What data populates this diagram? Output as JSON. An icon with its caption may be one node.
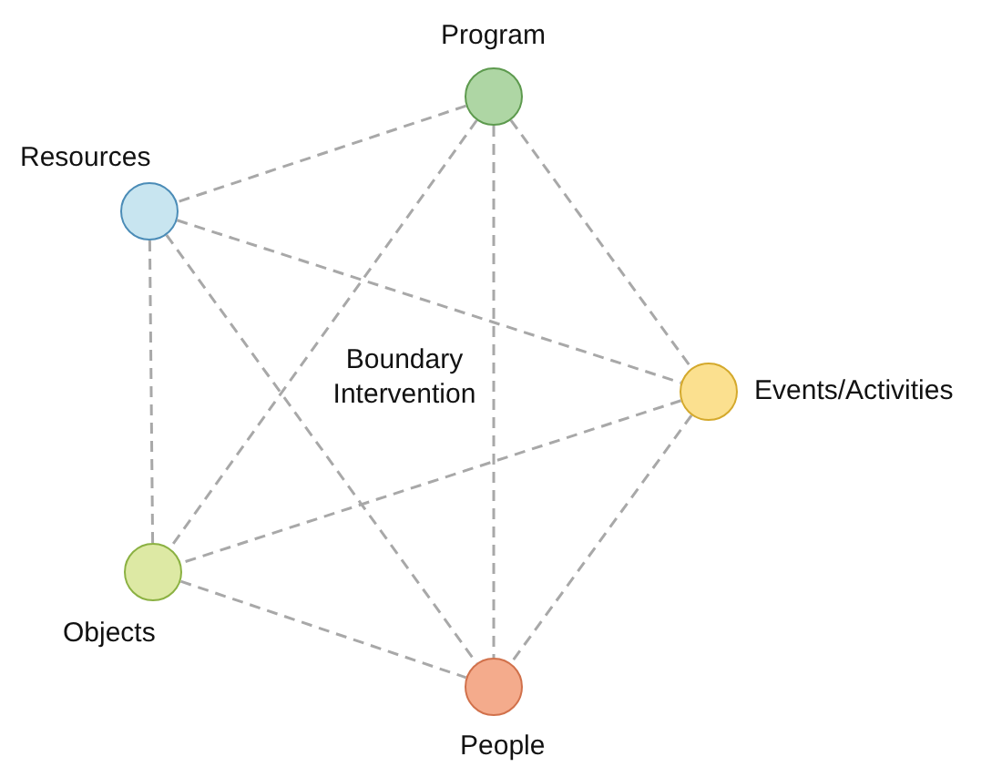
{
  "diagram": {
    "nodes": [
      {
        "text": [],
        "shape": "circle",
        "beside": [
          "Program"
        ]
      },
      {
        "text": [],
        "shape": "circle",
        "beside": [
          "Resources"
        ]
      },
      {
        "text": [],
        "shape": "circle",
        "beside": [
          "Events/Activities"
        ]
      },
      {
        "text": [],
        "shape": "circle",
        "beside": [
          "Objects"
        ]
      },
      {
        "text": [],
        "shape": "circle",
        "beside": [
          "People"
        ]
      }
    ],
    "edges": [
      {
        "from": 0,
        "to": 1,
        "arrow": "none",
        "style": "dashed"
      },
      {
        "from": 0,
        "to": 2,
        "arrow": "none",
        "style": "dashed"
      },
      {
        "from": 0,
        "to": 3,
        "arrow": "none",
        "style": "dashed"
      },
      {
        "from": 0,
        "to": 4,
        "arrow": "none",
        "style": "dashed"
      },
      {
        "from": 1,
        "to": 2,
        "arrow": "none",
        "style": "dashed"
      },
      {
        "from": 1,
        "to": 3,
        "arrow": "none",
        "style": "dashed"
      },
      {
        "from": 1,
        "to": 4,
        "arrow": "none",
        "style": "dashed"
      },
      {
        "from": 2,
        "to": 3,
        "arrow": "none",
        "style": "dashed"
      },
      {
        "from": 2,
        "to": 4,
        "arrow": "none",
        "style": "dashed"
      },
      {
        "from": 3,
        "to": 4,
        "arrow": "none",
        "style": "dashed"
      }
    ],
    "labels": [
      "Boundary Intervention"
    ]
  }
}
